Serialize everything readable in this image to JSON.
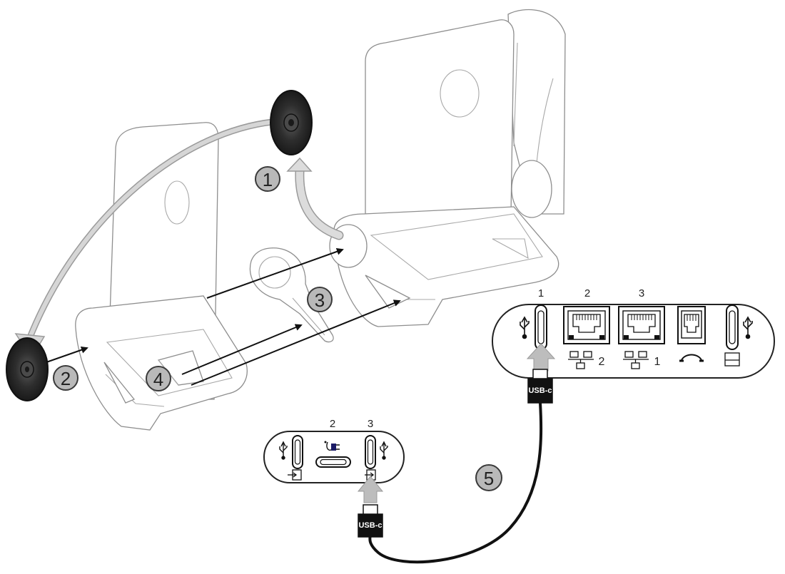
{
  "steps": [
    {
      "number": "1"
    },
    {
      "number": "2"
    },
    {
      "number": "3"
    },
    {
      "number": "4"
    },
    {
      "number": "5"
    }
  ],
  "base_panel": {
    "port_numbers": [
      "1",
      "2",
      "3"
    ],
    "lan_suffixes": [
      "2",
      "1"
    ],
    "connector_label": "USB-c"
  },
  "device_panel": {
    "port_numbers": [
      "2",
      "3"
    ],
    "connector_label": "USB-c"
  },
  "colors": {
    "outline": "#8e8e8e",
    "cable": "#111111",
    "step_fill": "#b9b9b9",
    "arrow_gray": "#bdbdbd",
    "pad": "#2a2a2a"
  }
}
